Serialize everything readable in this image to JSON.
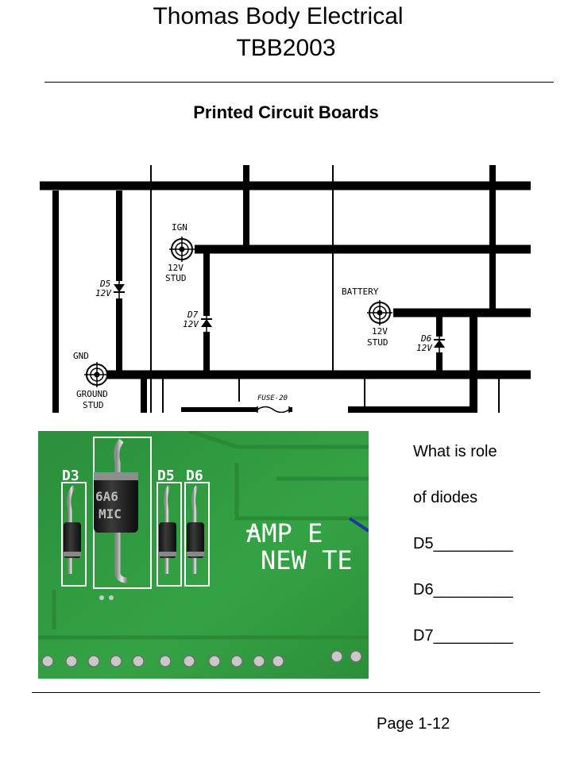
{
  "header": {
    "title_line1": "Thomas Body Electrical",
    "title_line2": "TBB2003"
  },
  "subtitle": "Printed Circuit Boards",
  "schematic": {
    "labels": {
      "ign": "IGN",
      "ign_stud_1": "12V",
      "ign_stud_2": "STUD",
      "d5_1": "D5",
      "d5_2": "12V",
      "d7_1": "D7",
      "d7_2": "12V",
      "battery": "BATTERY",
      "battery_stud_1": "12V",
      "battery_stud_2": "STUD",
      "d6_1": "D6",
      "d6_2": "12V",
      "gnd": "GND",
      "ground_stud_1": "GROUND",
      "ground_stud_2": "STUD",
      "fuse": "FUSE-20"
    }
  },
  "photo": {
    "silkscreen": {
      "d3": "D3",
      "d5": "D5",
      "d6": "D6",
      "amp_line": "AMP E",
      "new_line": "NEW TE"
    },
    "component_markings": {
      "big_diode_1": "6A6",
      "big_diode_2": "MIC"
    }
  },
  "questions": [
    "What is role",
    "of diodes",
    "D5_________",
    "D6_________",
    "D7_________"
  ],
  "footer": {
    "page": "Page 1-12"
  },
  "colors": {
    "pcb_green": "#2f9a3e",
    "trace_black": "#000000",
    "silkscreen": "#ffffff"
  }
}
